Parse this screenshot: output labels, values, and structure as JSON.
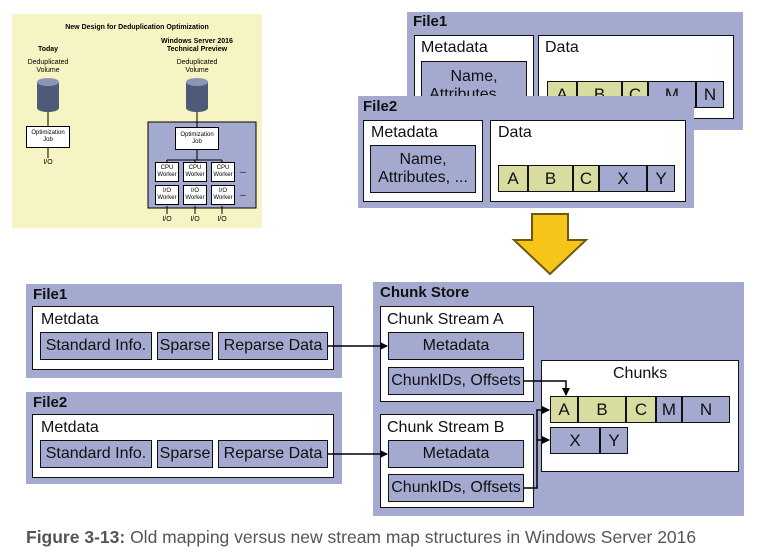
{
  "inset": {
    "title": "New Design for Deduplication Optimization",
    "left_heading": "Today",
    "right_heading_line1": "Windows Server 2016",
    "right_heading_line2": "Technical Preview",
    "volume_label_line1": "Deduplicated",
    "volume_label_line2": "Volume",
    "optimization_job_line1": "Optimization",
    "optimization_job_line2": "Job",
    "io_label": "I/O",
    "cpu_worker_line1": "CPU",
    "cpu_worker_line2": "Worker",
    "io_worker_line1": "I/O",
    "io_worker_line2": "Worker",
    "ellipsis": "...",
    "colors": {
      "background": "#f6f4c2",
      "cylinder": "#4d5a78",
      "panel": "#a3a9cf"
    }
  },
  "old_mapping": {
    "file1": {
      "title": "File1",
      "metadata_title": "Metadata",
      "metadata_box_line1": "Name,",
      "metadata_box_line2": "Attributes, ...",
      "data_title": "Data",
      "chunks": [
        "A",
        "B",
        "C",
        "M",
        "N"
      ]
    },
    "file2": {
      "title": "File2",
      "metadata_title": "Metadata",
      "metadata_box_line1": "Name,",
      "metadata_box_line2": "Attributes, ...",
      "data_title": "Data",
      "chunks": [
        "A",
        "B",
        "C",
        "X",
        "Y"
      ]
    }
  },
  "new_mapping": {
    "file1": {
      "title": "File1",
      "metdata_title": "Metdata",
      "fields": [
        "Standard Info.",
        "Sparse",
        "Reparse Data"
      ]
    },
    "file2": {
      "title": "File2",
      "metdata_title": "Metdata",
      "fields": [
        "Standard Info.",
        "Sparse",
        "Reparse Data"
      ]
    },
    "chunk_store": {
      "title": "Chunk Store",
      "stream_a": {
        "title": "Chunk Stream A",
        "metadata": "Metadata",
        "chunkids": "ChunkIDs, Offsets"
      },
      "stream_b": {
        "title": "Chunk Stream B",
        "metadata": "Metadata",
        "chunkids": "ChunkIDs, Offsets"
      },
      "chunks_title": "Chunks",
      "chunks_row1": [
        "A",
        "B",
        "C",
        "M",
        "N"
      ],
      "chunks_row2": [
        "X",
        "Y"
      ]
    }
  },
  "caption": {
    "label": "Figure 3-13:",
    "text": " Old mapping versus new stream map structures in Windows Server 2016"
  },
  "colors": {
    "panel": "#a3a9cf",
    "tan": "#d8dca0",
    "arrow_fill": "#f7c51a",
    "arrow_stroke": "#6b5a10"
  }
}
